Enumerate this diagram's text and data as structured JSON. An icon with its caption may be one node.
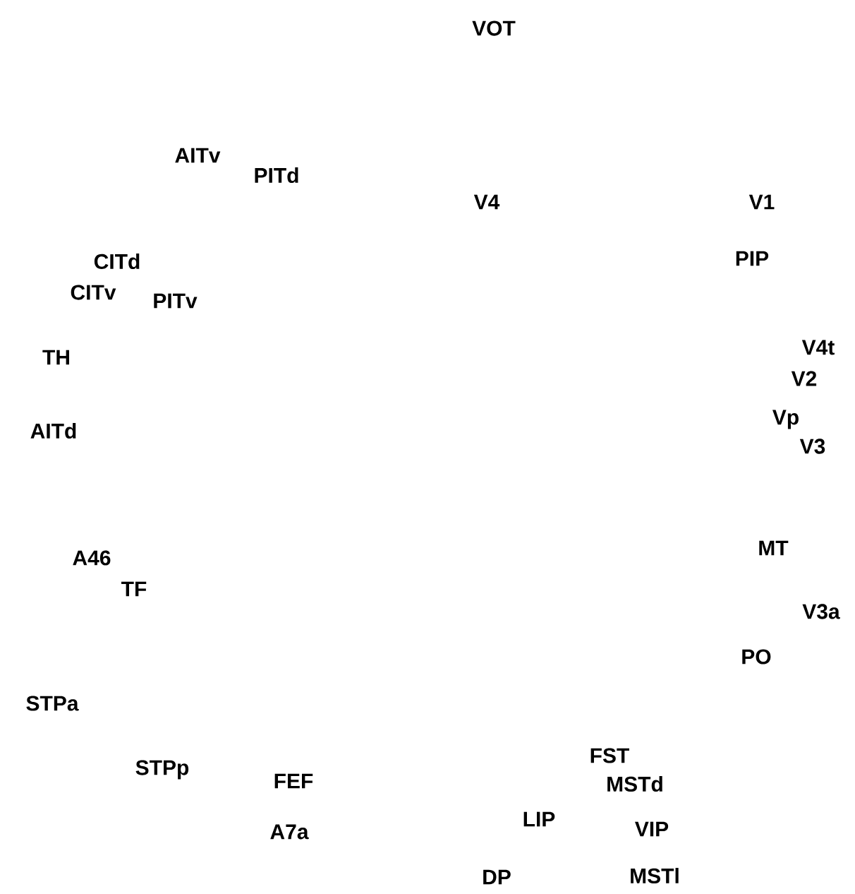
{
  "diagram": {
    "labels": [
      "VOT",
      "AITv",
      "PITd",
      "V4",
      "V1",
      "PIP",
      "CITd",
      "CITv",
      "PITv",
      "V4t",
      "TH",
      "V2",
      "AITd",
      "Vp",
      "V3",
      "MT",
      "A46",
      "TF",
      "V3a",
      "PO",
      "STPa",
      "STPp",
      "FEF",
      "FST",
      "MSTd",
      "A7a",
      "LIP",
      "VIP",
      "DP",
      "MSTl"
    ]
  }
}
